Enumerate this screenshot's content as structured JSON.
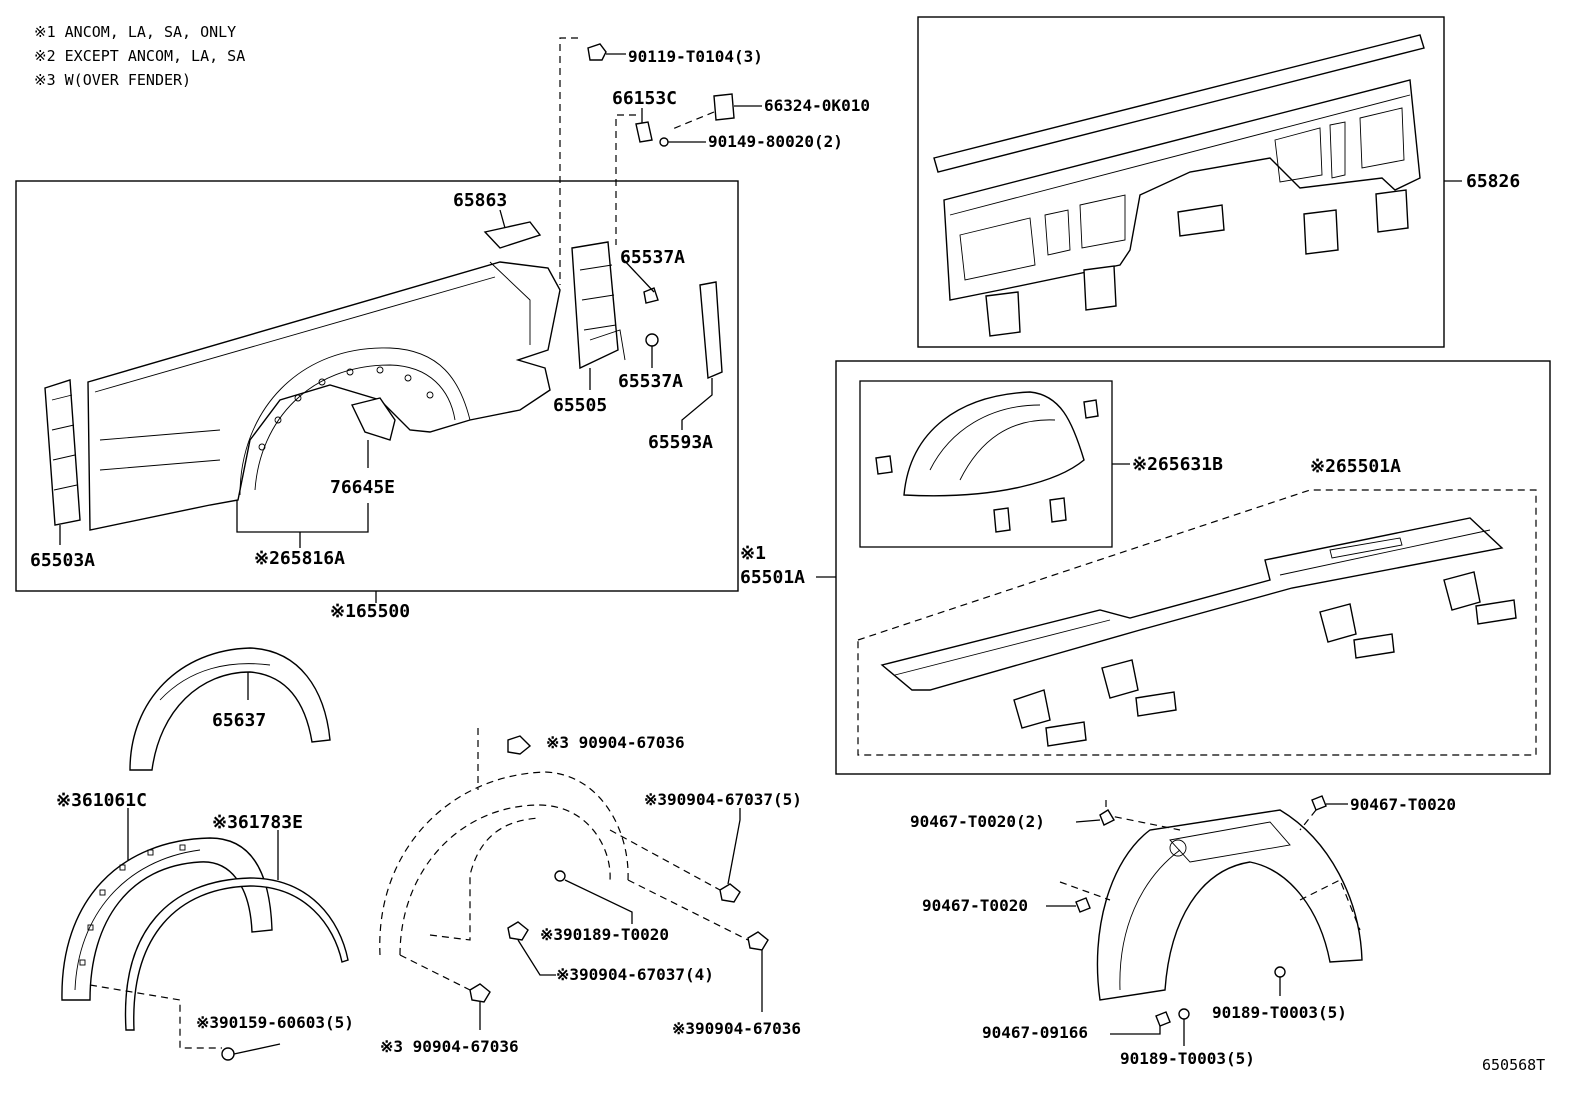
{
  "notes": [
    "※1  ANCOM, LA, SA, ONLY",
    "※2  EXCEPT  ANCOM, LA, SA",
    "※3  W(OVER FENDER)"
  ],
  "labels": {
    "p90119": "90119-T0104(3)",
    "p66153c": "66153C",
    "p66324": "66324-0K010",
    "p90149": "90149-80020(2)",
    "p65863": "65863",
    "p65537a_1": "65537A",
    "p65537a_2": "65537A",
    "p65505": "65505",
    "p65593a": "65593A",
    "p76645e": "76645E",
    "p65503a": "65503A",
    "p65816a": "※265816A",
    "p165500": "※165500",
    "p65826": "65826",
    "p65631b": "※265631B",
    "p65501a_top": "※265501A",
    "p65501a_mark": "※1",
    "p65501a": "65501A",
    "p65637": "65637",
    "p61061c": "※361061C",
    "p61783e": "※361783E",
    "p90159": "※390159-60603(5)",
    "p90904_67036_top": "※3 90904-67036",
    "p90904_67037_5": "※390904-67037(5)",
    "p90189_t0020": "※390189-T0020",
    "p90904_67037_4": "※390904-67037(4)",
    "p90904_67036_bot": "※3 90904-67036",
    "p90904_67036_right": "※390904-67036",
    "p90467_t0020_2": "90467-T0020(2)",
    "p90467_t0020_a": "90467-T0020",
    "p90467_t0020_b": "90467-T0020",
    "p90467_09166": "90467-09166",
    "p90189_t0003_a": "90189-T0003(5)",
    "p90189_t0003_b": "90189-T0003(5)",
    "diagram_code": "650568T"
  }
}
